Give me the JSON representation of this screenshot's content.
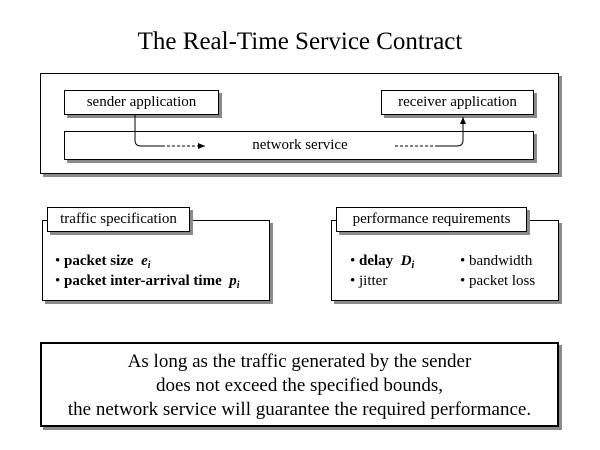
{
  "title": "The Real-Time Service Contract",
  "contract": {
    "sender": "sender application",
    "receiver": "receiver application",
    "network": "network service"
  },
  "traffic": {
    "heading": "traffic specification",
    "items": [
      {
        "bullet": "•",
        "label": "packet size",
        "var": "e",
        "sub": "i"
      },
      {
        "bullet": "•",
        "label": "packet inter-arrival time",
        "var": "p",
        "sub": "i"
      }
    ]
  },
  "performance": {
    "heading": "performance requirements",
    "delay": {
      "bullet": "•",
      "label": "delay",
      "var": "D",
      "sub": "i"
    },
    "jitter": "• jitter",
    "bandwidth": "• bandwidth",
    "packet_loss": "• packet loss"
  },
  "conclusion": {
    "lines": [
      "As long as the traffic generated by the sender",
      "does not exceed the specified bounds,",
      "the network service will guarantee the required performance."
    ]
  }
}
